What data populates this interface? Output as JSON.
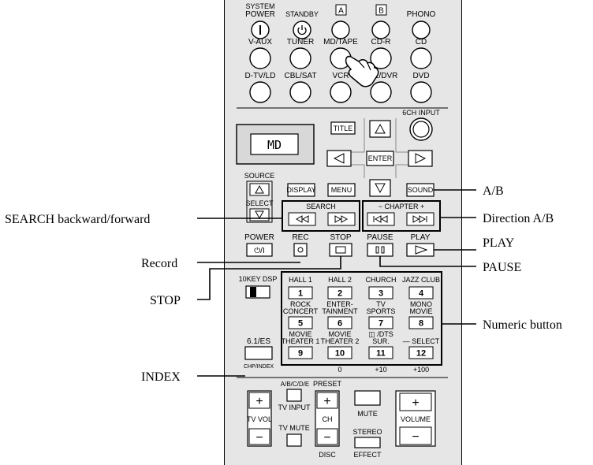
{
  "remote": {
    "row1": {
      "system_power": [
        "SYSTEM",
        "POWER"
      ],
      "standby": "STANDBY",
      "a": "A",
      "b": "B",
      "phono": "PHONO"
    },
    "row2": {
      "v_aux": "V-AUX",
      "tuner": "TUNER",
      "md_tape": "MD/TAPE",
      "cd_r": "CD-R",
      "cd": "CD"
    },
    "row3": {
      "d_tv_ld": "D-TV/LD",
      "cbl_sat": "CBL/SAT",
      "vcr": "VCR",
      "dvr": "R2/DVR",
      "dvd": "DVD"
    },
    "six_ch_input": "6CH INPUT",
    "display_text": "MD",
    "nav": {
      "title": "TITLE",
      "enter": "ENTER",
      "menu": "MENU",
      "display": "DISPLAY",
      "sound": "SOUND"
    },
    "source": {
      "label": "SOURCE",
      "select": "SELECT"
    },
    "search_label": "SEARCH",
    "chapter_label": "−  CHAPTER  +",
    "transport": {
      "power": "POWER",
      "rec": "REC",
      "stop": "STOP",
      "pause": "PAUSE",
      "play": "PLAY"
    },
    "tenkey_dsp": "10KEY  DSP",
    "dsp_presets": [
      "HALL 1",
      "HALL 2",
      "CHURCH",
      "JAZZ CLUB"
    ],
    "dsp_presets_2": [
      [
        "ROCK",
        "CONCERT"
      ],
      [
        "ENTER-",
        "TAINMENT"
      ],
      [
        "TV",
        "SPORTS"
      ],
      [
        "MONO",
        "MOVIE"
      ]
    ],
    "dsp_presets_3": [
      [
        "MOVIE",
        "THEATER 1"
      ],
      [
        "MOVIE",
        "THEATER 2"
      ],
      [
        "◫ /DTS",
        "SUR."
      ],
      [
        "— SELECT",
        ""
      ]
    ],
    "keys": [
      "1",
      "2",
      "3",
      "4",
      "5",
      "6",
      "7",
      "8",
      "9",
      "10",
      "11",
      "12"
    ],
    "key_subs": [
      "0",
      "+10",
      "+100"
    ],
    "six_one_es": "6.1/ES",
    "chp_index": "CHP/INDEX",
    "bottom": {
      "abcde": "A/B/C/D/E",
      "preset": "PRESET",
      "tv_input": "TV INPUT",
      "mute": "MUTE",
      "tv_vol": "TV VOL",
      "ch": "CH",
      "volume": "VOLUME",
      "tv_mute": "TV MUTE",
      "stereo": "STEREO",
      "disc": "DISC",
      "effect": "EFFECT",
      "plus": "+",
      "minus": "−"
    }
  },
  "callouts": {
    "ab": "A/B",
    "direction_ab": "Direction A/B",
    "play": "PLAY",
    "pause": "PAUSE",
    "numeric": "Numeric button",
    "search": "SEARCH backward/forward",
    "record": "Record",
    "stop": "STOP",
    "index": "INDEX"
  }
}
